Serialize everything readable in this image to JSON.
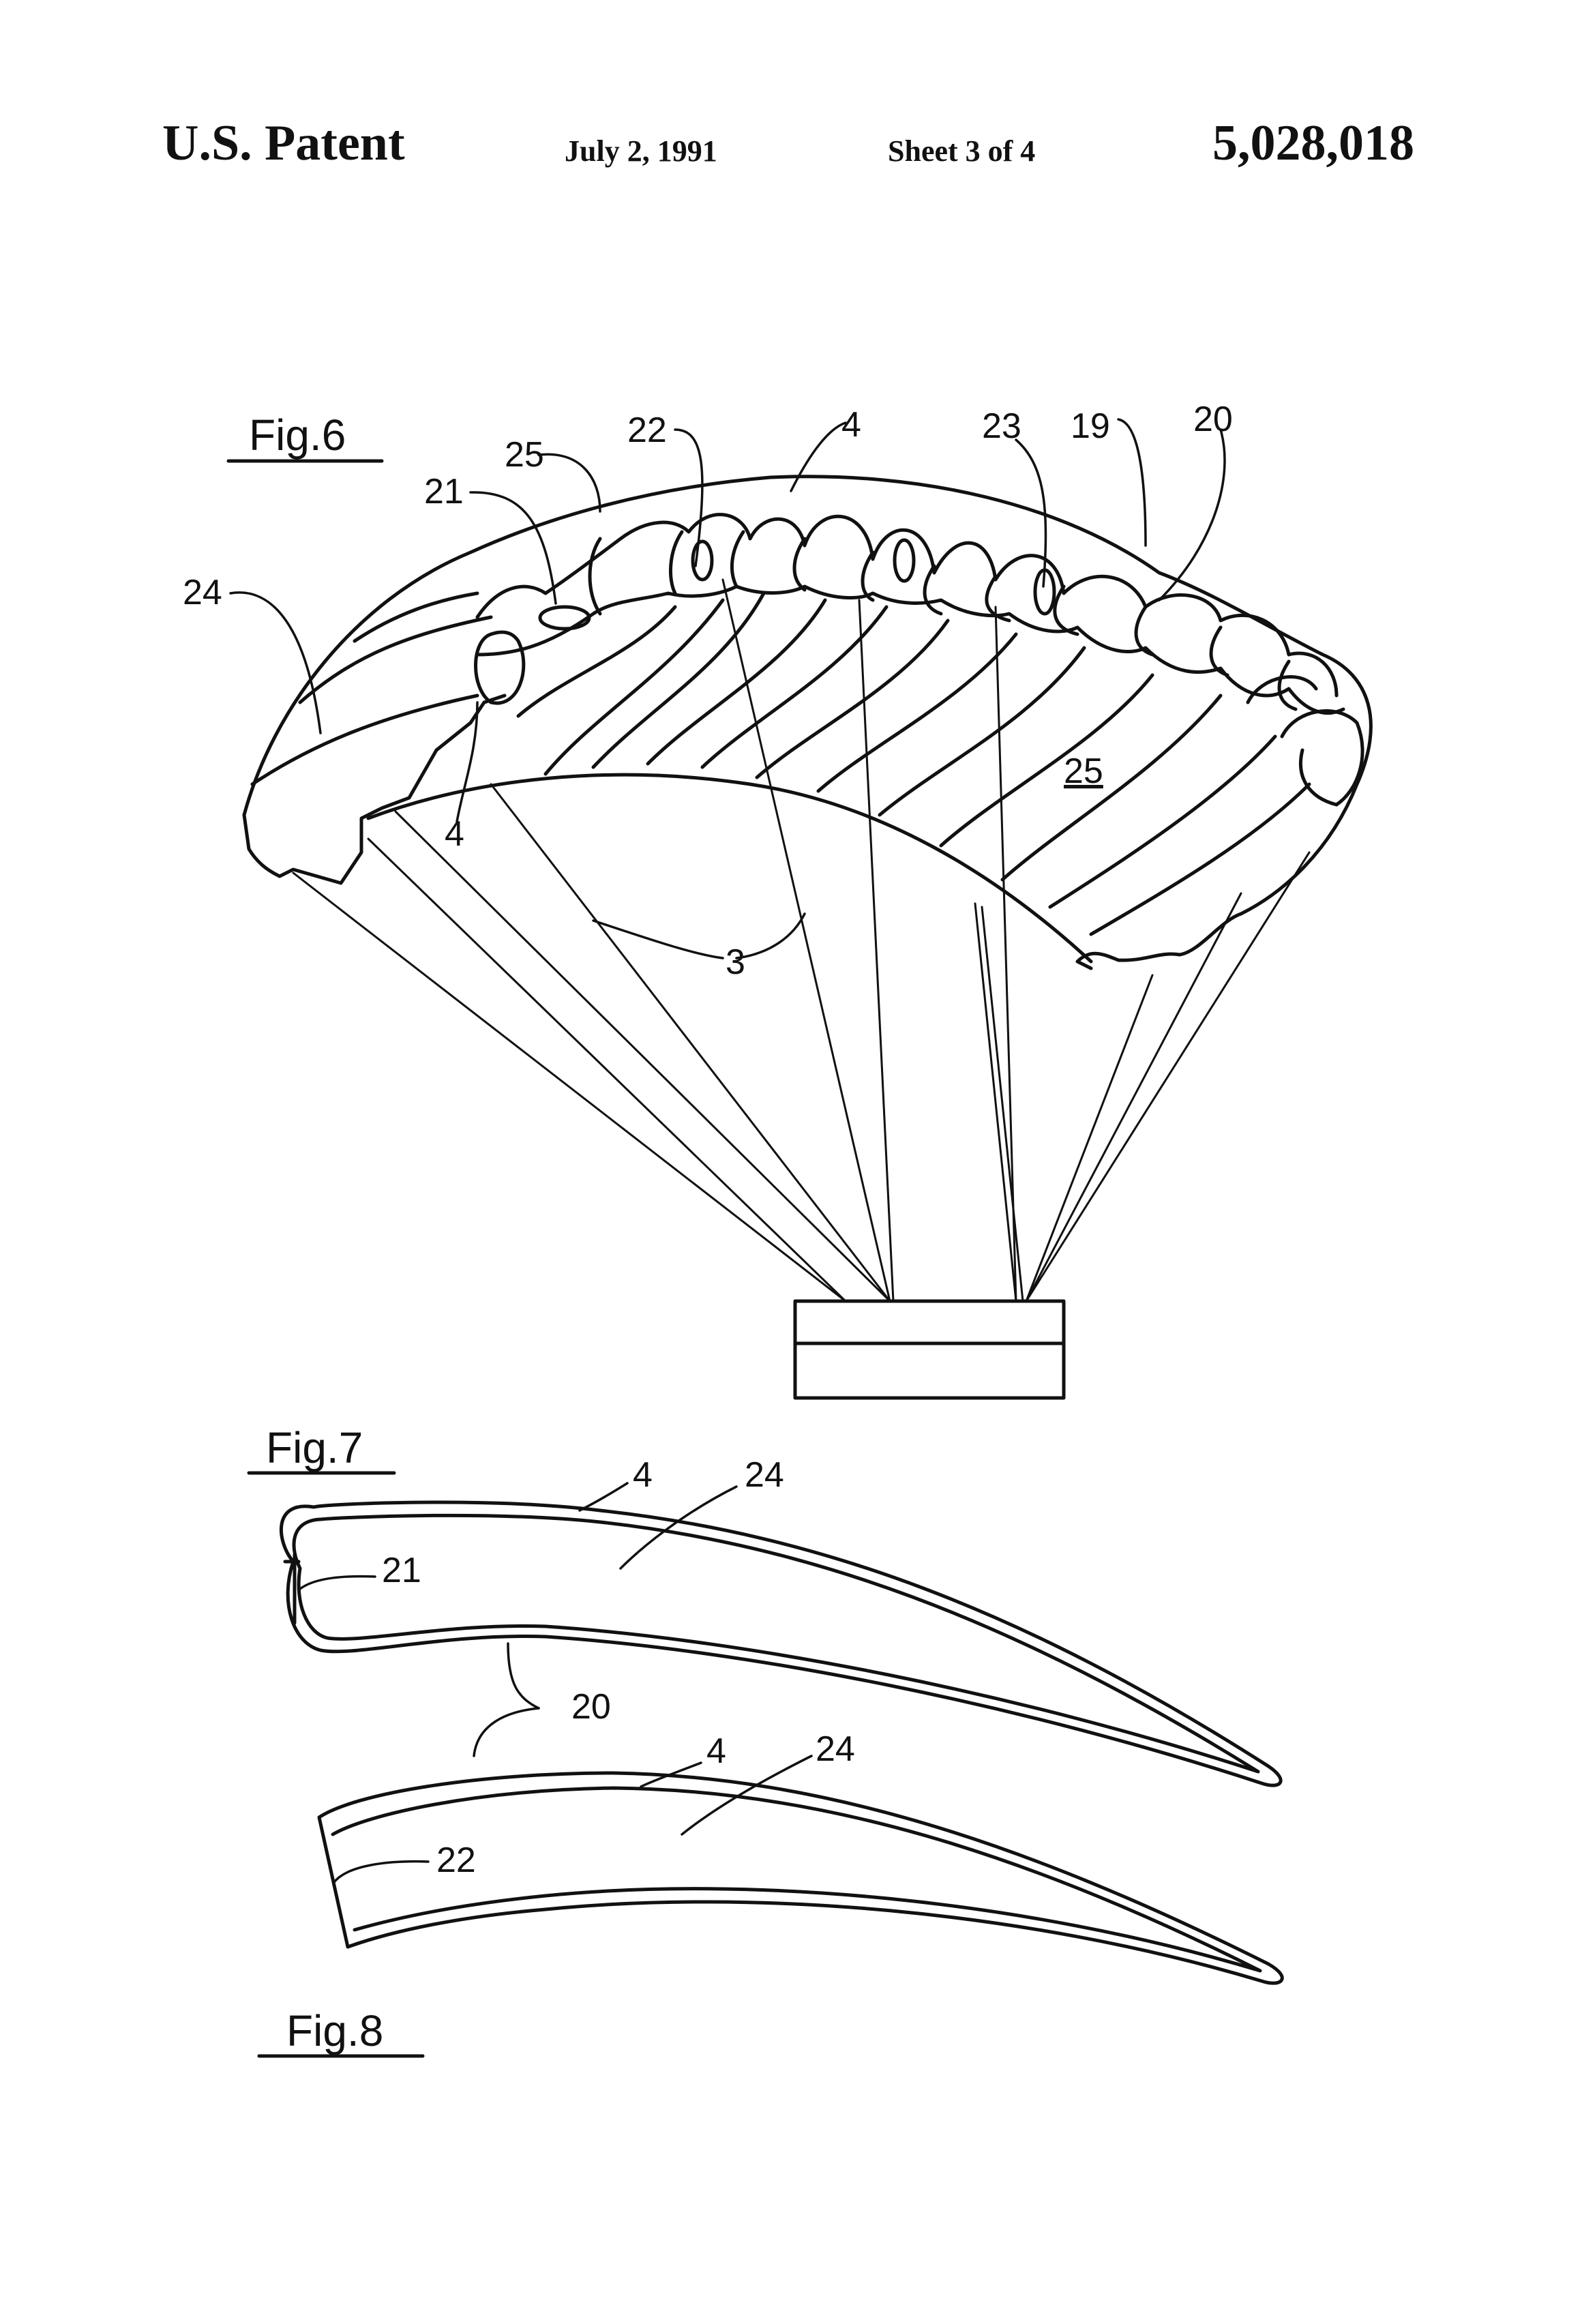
{
  "header": {
    "title": "U.S. Patent",
    "date": "July 2, 1991",
    "sheet": "Sheet 3 of 4",
    "patent_number": "5,028,018"
  },
  "fig6": {
    "caption": "Fig.6",
    "labels": {
      "l24": "24",
      "l21": "21",
      "l25_top": "25",
      "l22": "22",
      "l4_top": "4",
      "l23": "23",
      "l19": "19",
      "l20": "20",
      "l4_left": "4",
      "l25_mid": "25",
      "l3": "3"
    }
  },
  "fig7": {
    "caption": "Fig.7",
    "labels": {
      "l4": "4",
      "l24": "24",
      "l21": "21",
      "l20": "20"
    }
  },
  "fig8": {
    "caption": "Fig.8",
    "labels": {
      "l4": "4",
      "l24": "24",
      "l22": "22"
    }
  }
}
